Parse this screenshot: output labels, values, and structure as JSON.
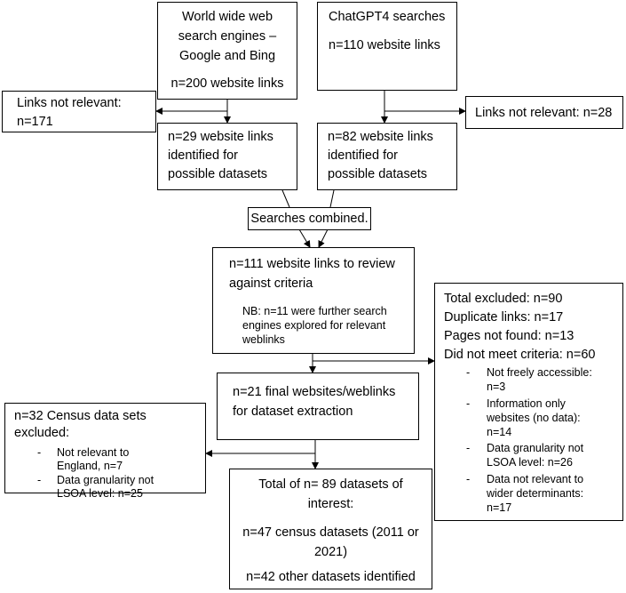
{
  "flowchart": {
    "web_search": {
      "line1": "World wide web",
      "line2": "search engines –",
      "line3": "Google and Bing",
      "line4": "n=200 website links"
    },
    "chatgpt": {
      "line1": "ChatGPT4 searches",
      "line2": "n=110 website links"
    },
    "links_not_relevant_left": {
      "line1": "Links not relevant:",
      "line2": "n=171"
    },
    "links_not_relevant_right": {
      "line1": "Links not relevant: n=28"
    },
    "web_identified": {
      "line1": "n=29 website links",
      "line2": "identified for",
      "line3": "possible datasets"
    },
    "chatgpt_identified": {
      "line1": "n=82 website links",
      "line2": "identified for",
      "line3": "possible datasets"
    },
    "combined": {
      "label": "Searches combined."
    },
    "review": {
      "line1": "n=111 website links to review",
      "line2": "against criteria",
      "nb1": "NB: n=11 were further search",
      "nb2": "engines explored for relevant",
      "nb3": "weblinks"
    },
    "excluded": {
      "line1": "Total excluded: n=90",
      "line2": "Duplicate links: n=17",
      "line3": "Pages not found: n=13",
      "line4": "Did not meet criteria: n=60",
      "bullets": [
        {
          "line1": "Not freely accessible:",
          "line2": "n=3"
        },
        {
          "line1": "Information only",
          "line2": "websites (no data):",
          "line3": "n=14"
        },
        {
          "line1": "Data granularity not",
          "line2": "LSOA level: n=26"
        },
        {
          "line1": "Data not relevant to",
          "line2": "wider determinants:",
          "line3": "n=17"
        }
      ]
    },
    "final_websites": {
      "line1": "n=21 final websites/weblinks",
      "line2": "for dataset extraction"
    },
    "census_excluded": {
      "line1": "n=32 Census data sets",
      "line2": "excluded:",
      "bullets": [
        {
          "line1": "Not relevant to",
          "line2": "England, n=7"
        },
        {
          "line1": "Data granularity not",
          "line2": "LSOA level: n=25"
        }
      ]
    },
    "total": {
      "line1": "Total of n= 89 datasets of",
      "line2": "interest:",
      "line3": "n=47 census datasets (2011 or",
      "line4": "2021)",
      "line5": "n=42 other datasets identified"
    },
    "bullet_marker": "-"
  }
}
